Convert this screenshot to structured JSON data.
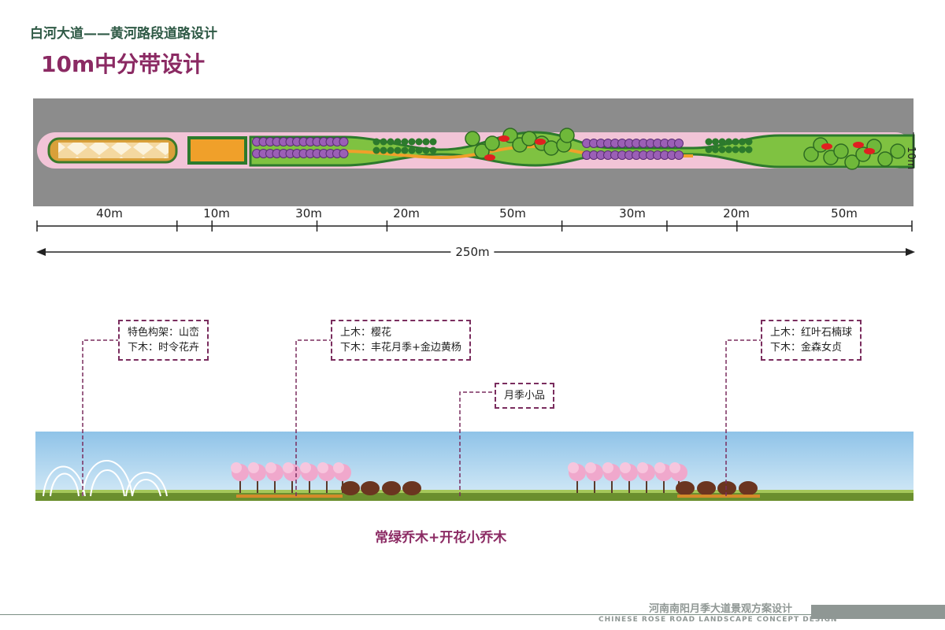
{
  "header": {
    "subtitle": "白河大道——黄河路段道路设计",
    "title": "10m中分带设计"
  },
  "plan": {
    "segments": [
      {
        "label": "40m",
        "length": 40
      },
      {
        "label": "10m",
        "length": 10
      },
      {
        "label": "30m",
        "length": 30
      },
      {
        "label": "20m",
        "length": 20
      },
      {
        "label": "50m",
        "length": 50
      },
      {
        "label": "30m",
        "length": 30
      },
      {
        "label": "20m",
        "length": 20
      },
      {
        "label": "50m",
        "length": 50
      }
    ],
    "total_label": "250m",
    "width_label": "10m",
    "colors": {
      "road": "#8c8c8c",
      "lawn": "#7fc241",
      "hedge": "#2c7a2c",
      "orange": "#f0a02a",
      "pink": "#f2c4d7",
      "purple": "#9b5fb6",
      "red": "#e02020"
    }
  },
  "callouts": [
    {
      "line1": "特色构架：山峦",
      "line2": "下木：时令花卉"
    },
    {
      "line1": "上木：樱花",
      "line2": "下木：丰花月季+金边黄杨"
    },
    {
      "line1": "月季小品"
    },
    {
      "line1": "上木：红叶石楠球",
      "line2": "下木：金森女贞"
    }
  ],
  "elevation": {
    "caption": "常绿乔木+开花小乔木",
    "colors": {
      "sky": "#8fc3e8",
      "ground": "#6b8f2e",
      "blossom": "#f0a8cc",
      "shrub": "#6b3520"
    }
  },
  "footer": {
    "title_cn": "河南南阳月季大道景观方案设计",
    "title_en": "CHINESE ROSE ROAD LANDSCAPE CONCEPT DESIGN"
  }
}
